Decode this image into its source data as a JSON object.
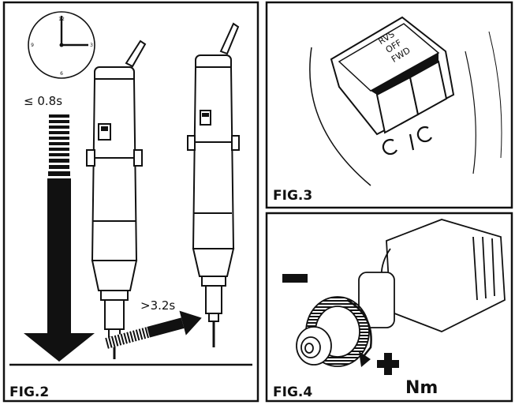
{
  "fig2": {
    "label": "FIG.2",
    "time_short": "≤ 0.8s",
    "time_long": ">3.2s",
    "clock_marks": [
      "12",
      "3",
      "6",
      "9"
    ]
  },
  "fig3": {
    "label": "FIG.3",
    "switch_labels": [
      "RVS",
      "OFF",
      "FWD"
    ]
  },
  "fig4": {
    "label": "FIG.4",
    "minus_sign": "−",
    "plus_sign": "+",
    "unit": "Nm"
  }
}
